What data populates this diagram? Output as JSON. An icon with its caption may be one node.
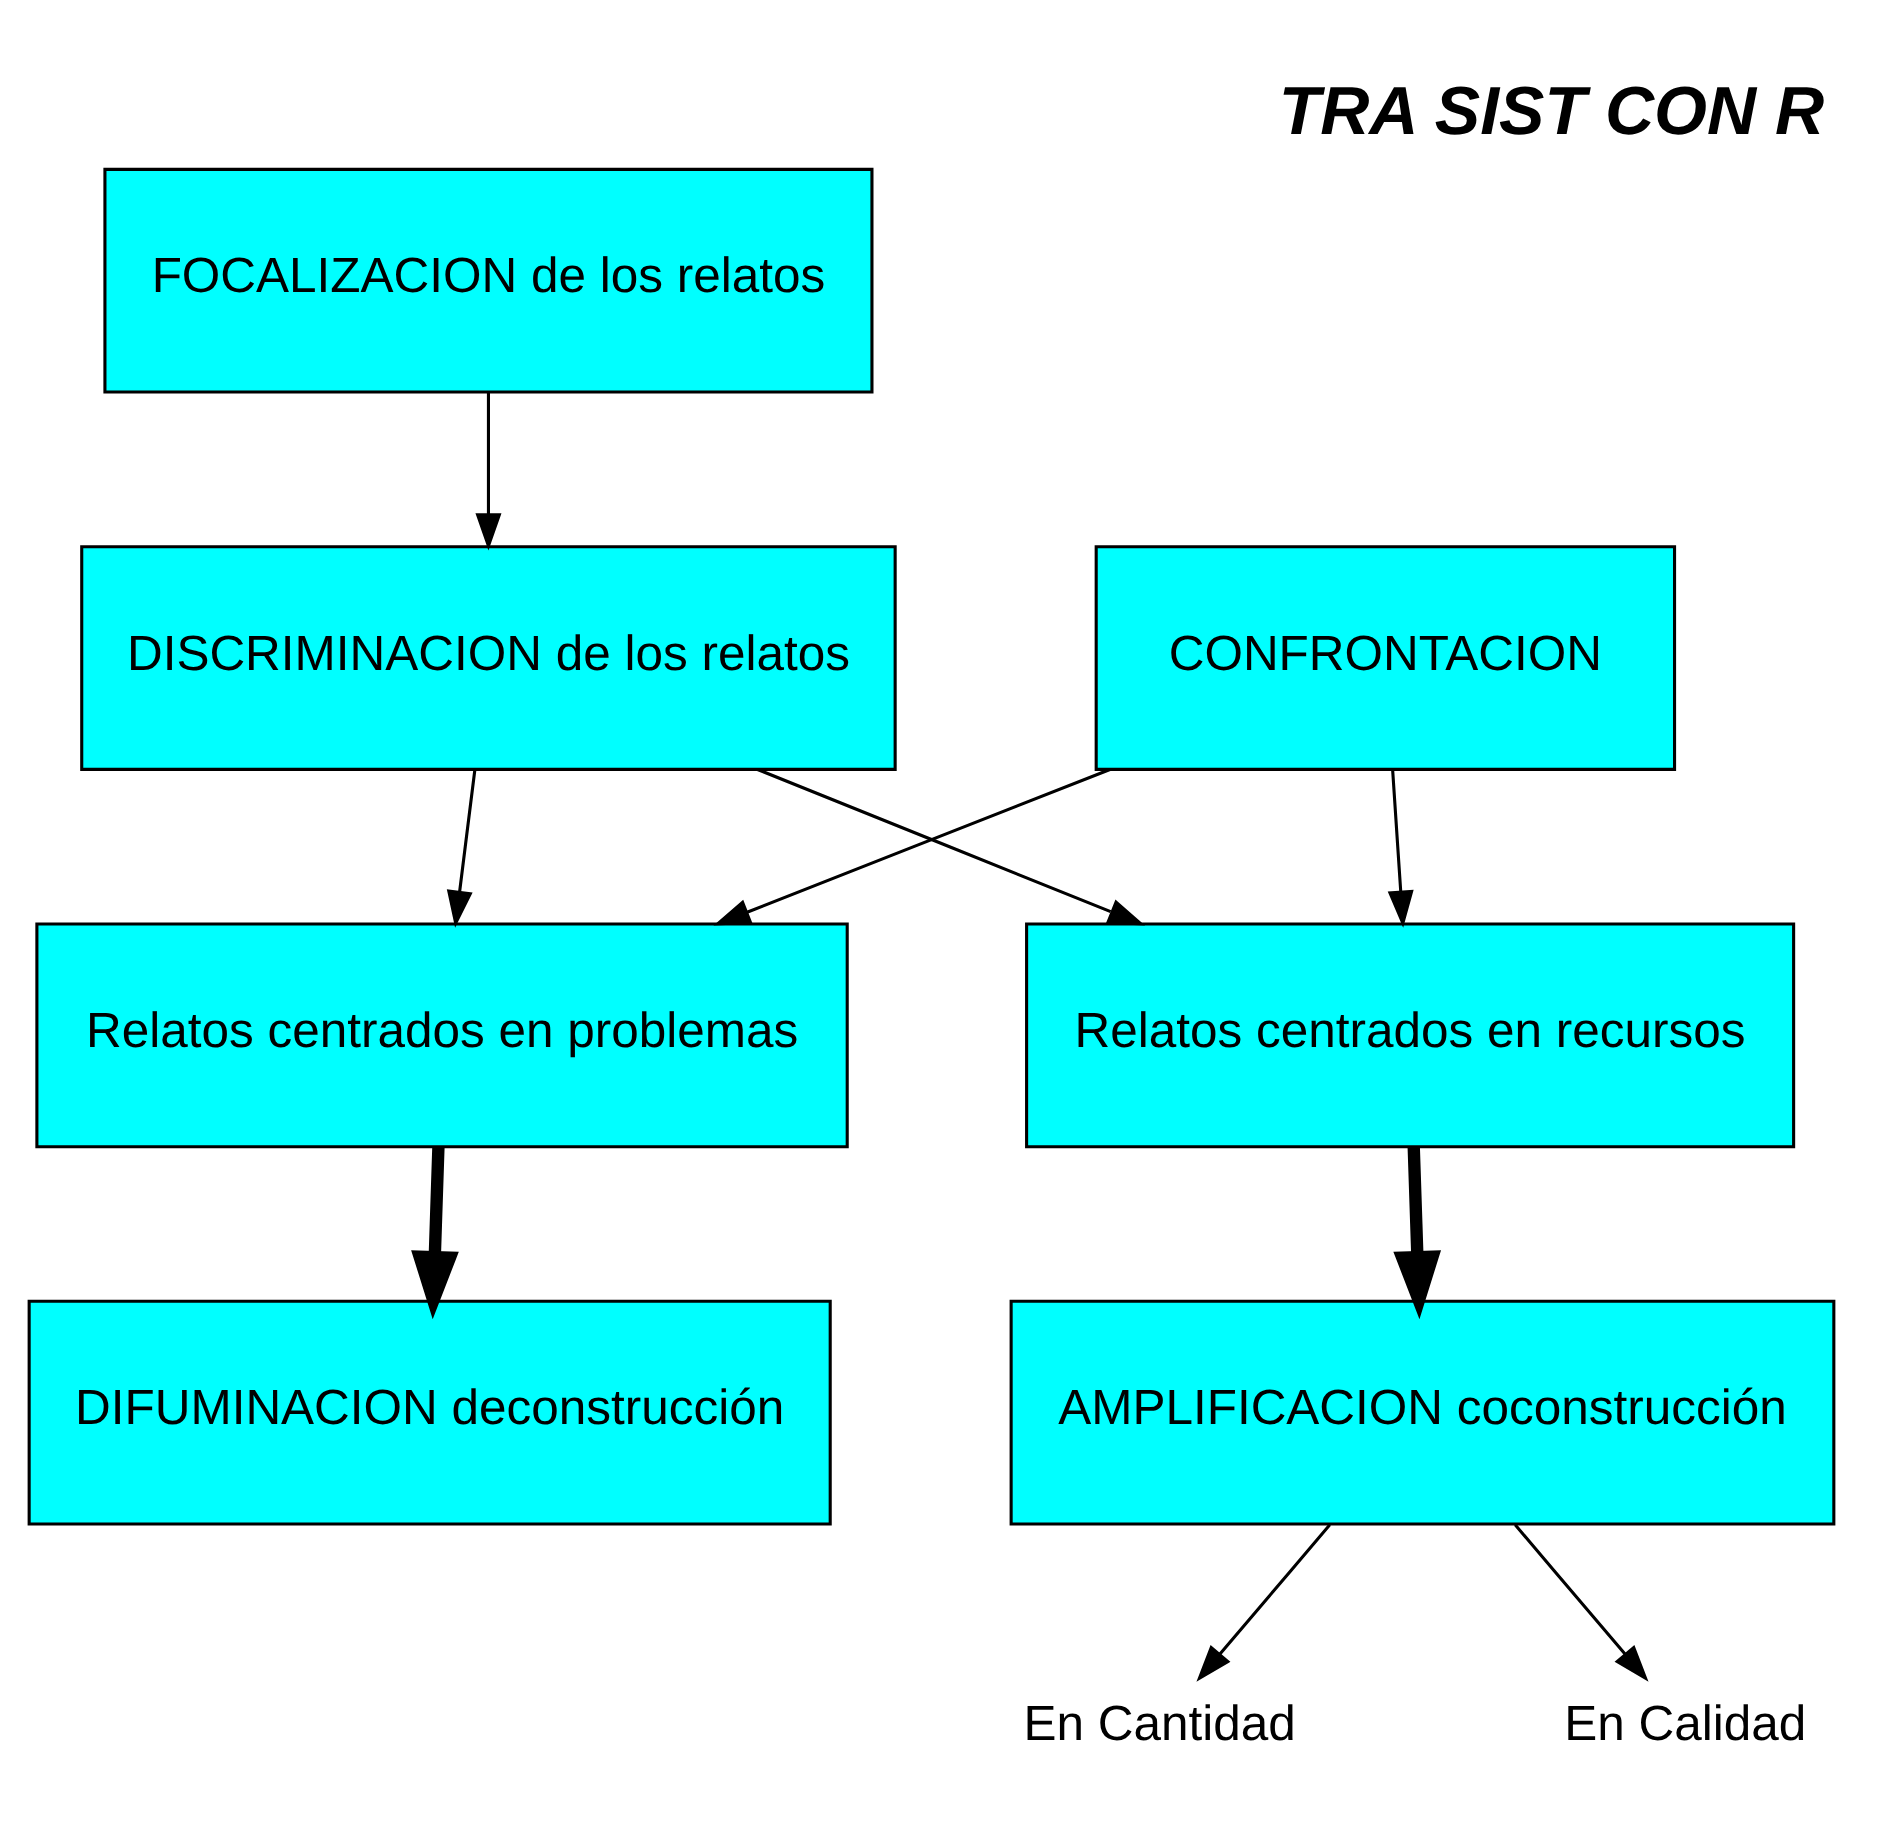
{
  "diagram": {
    "title": "TRA SIST CON R",
    "nodes": [
      {
        "text": [
          "FOCALIZACION de los relatos"
        ]
      },
      {
        "text": [
          "DISCRIMINACION de los relatos"
        ]
      },
      {
        "text": [
          "Relatos centrados en problemas"
        ]
      },
      {
        "text": [
          "DIFUMINACION deconstrucción"
        ]
      },
      {
        "text": [
          "Relatos centrados en recursos"
        ]
      },
      {
        "text": [
          "AMPLIFICACION coconstrucción"
        ]
      },
      {
        "text": [
          "En Cantidad"
        ]
      },
      {
        "text": [
          "En Calidad"
        ]
      },
      {
        "text": [
          "CONFRONTACION"
        ]
      }
    ],
    "edges": [
      {
        "from": 0,
        "to": 1,
        "arrow": "to"
      },
      {
        "from": 1,
        "to": 2,
        "arrow": "to"
      },
      {
        "from": 1,
        "to": 4,
        "arrow": "to"
      },
      {
        "from": 2,
        "to": 3,
        "arrow": "to",
        "style": "thick"
      },
      {
        "from": 4,
        "to": 5,
        "arrow": "to",
        "style": "thick"
      },
      {
        "from": 5,
        "to": 6,
        "arrow": "to"
      },
      {
        "from": 5,
        "to": 7,
        "arrow": "to"
      },
      {
        "from": 8,
        "to": 2,
        "arrow": "to"
      },
      {
        "from": 8,
        "to": 4,
        "arrow": "to"
      }
    ]
  }
}
